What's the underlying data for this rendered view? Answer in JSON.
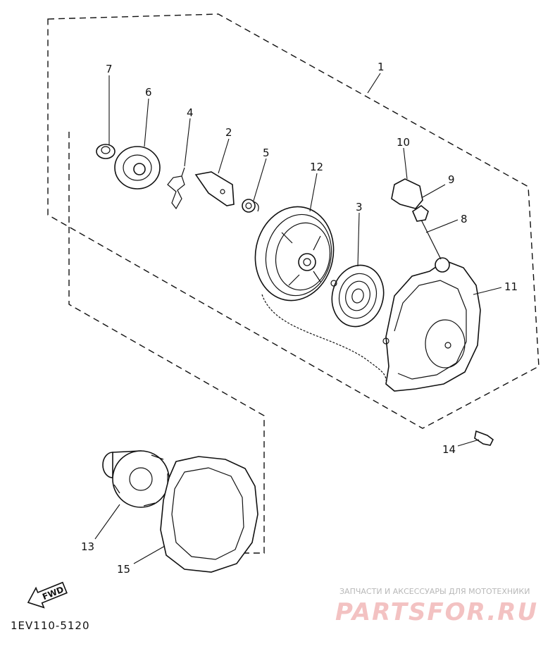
{
  "diagram": {
    "parts": [
      {
        "id": "1",
        "label": "1"
      },
      {
        "id": "2",
        "label": "2"
      },
      {
        "id": "3",
        "label": "3"
      },
      {
        "id": "4",
        "label": "4"
      },
      {
        "id": "5",
        "label": "5"
      },
      {
        "id": "6",
        "label": "6"
      },
      {
        "id": "7",
        "label": "7"
      },
      {
        "id": "8",
        "label": "8"
      },
      {
        "id": "9",
        "label": "9"
      },
      {
        "id": "10",
        "label": "10"
      },
      {
        "id": "11",
        "label": "11"
      },
      {
        "id": "12",
        "label": "12"
      },
      {
        "id": "13",
        "label": "13"
      },
      {
        "id": "14",
        "label": "14"
      },
      {
        "id": "15",
        "label": "15"
      }
    ],
    "direction_label": "FWD",
    "figure_code": "1EV110-5120"
  },
  "watermark": {
    "tagline": "ЗАПЧАСТИ И АКСЕССУАРЫ ДЛЯ МОТОТЕХНИКИ",
    "logo": "PARTSFOR.RU"
  },
  "colors": {
    "ink": "#111111",
    "watermark_logo": "#f3c2c2",
    "watermark_text": "#b8b8b8"
  }
}
